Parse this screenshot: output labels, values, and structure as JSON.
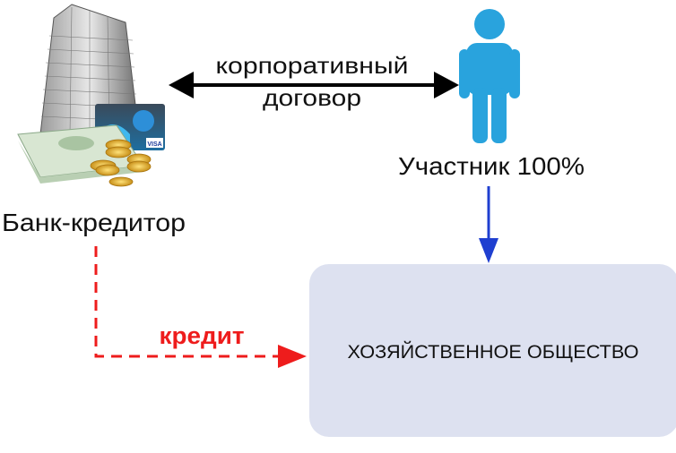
{
  "bank": {
    "label": "Банк-кредитор",
    "card_logo": "VISA"
  },
  "contract": {
    "line1": "корпоративный",
    "line2": "договор"
  },
  "participant": {
    "label": "Участник 100%"
  },
  "credit": {
    "label": "кредит"
  },
  "company": {
    "label": "ХОЗЯЙСТВЕННОЕ ОБЩЕСТВО"
  },
  "colors": {
    "person": "#29a3dd",
    "credit": "#ee1c1c",
    "ownership_arrow": "#1f3fd0",
    "company_box": "#dde1f0"
  }
}
